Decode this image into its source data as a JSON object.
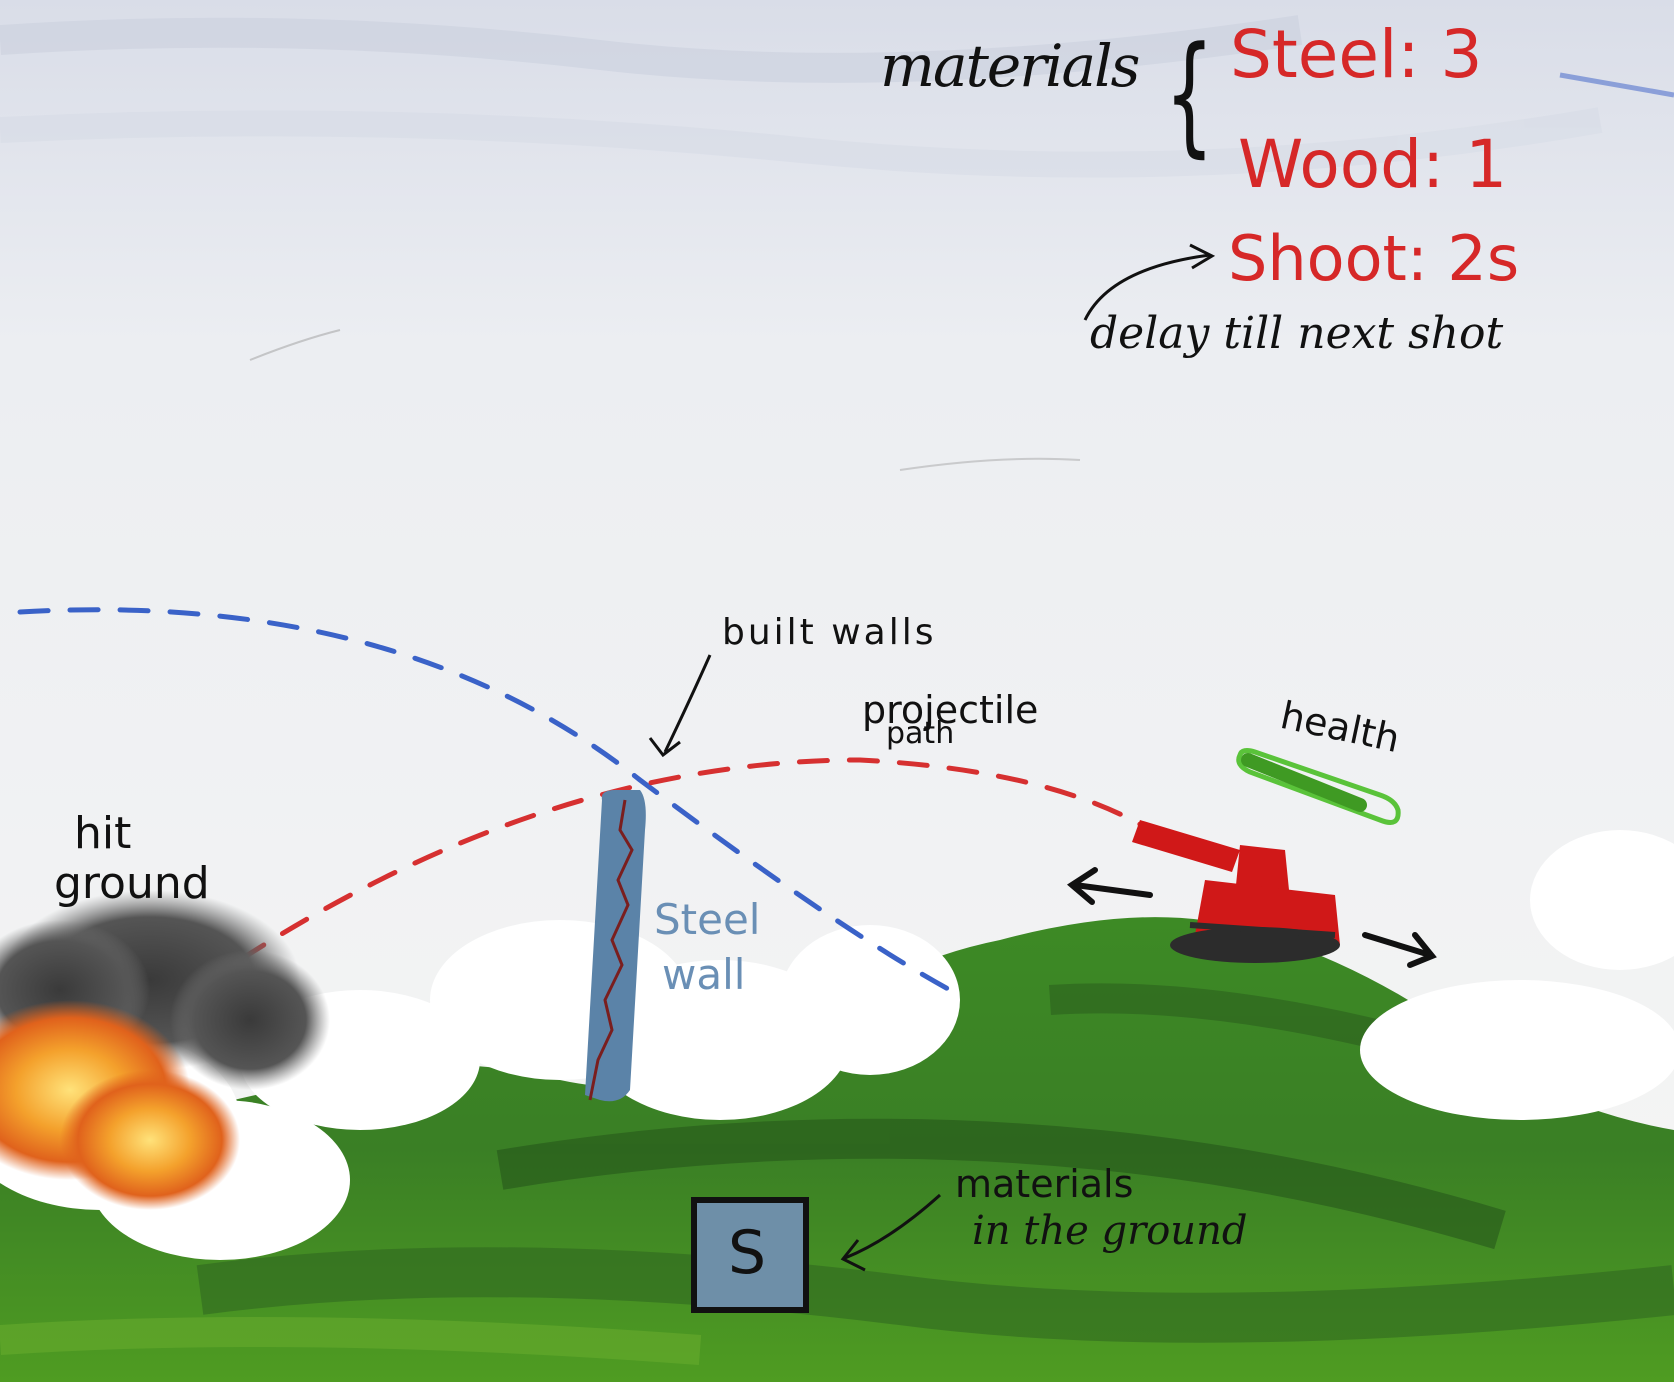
{
  "hud": {
    "materials_label": "materials",
    "brace_symbol": "{",
    "steel": "Steel: 3",
    "wood": "Wood: 1",
    "shoot": "Shoot: 2s",
    "shoot_note": "delay till next shot"
  },
  "annotations": {
    "built_walls": "built walls",
    "projectile_path_line1": "projectile",
    "projectile_path_line2": "path",
    "health": "health",
    "hit_ground_line1": "hit",
    "hit_ground_line2": "ground",
    "steel_wall_line1": "Steel",
    "steel_wall_line2": "wall",
    "materials_ground_line1": "materials",
    "materials_ground_line2": "in the ground"
  },
  "ground_block": {
    "label": "S"
  },
  "colors": {
    "sky": "#e9ecf2",
    "ground_green": "#3f8a2a",
    "dark_green": "#2a5f1b",
    "cloud_white": "#ffffff",
    "hud_red": "#d62828",
    "ink": "#1a1a1a",
    "path_blue": "#3a62c8",
    "path_red": "#d63030",
    "tank_red": "#d01818",
    "steel_blue": "#5b83a8",
    "health_green": "#5ac33a"
  },
  "icons": {
    "tank": "tank-icon",
    "explosion": "explosion-icon",
    "steel_block": "steel-block-icon"
  }
}
